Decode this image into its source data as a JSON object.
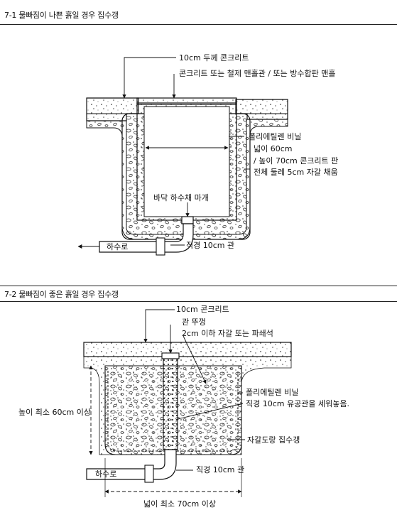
{
  "section1": {
    "title": "7-1 물빠짐이 나쁜 흙일 경우 집수갱",
    "labels": {
      "concrete_10cm": "10cm 두께 콘크리트",
      "concrete_cover": "콘크리트 또는 철제 맨홀관 / 또는 방수합판 맨홀",
      "vinyl": "폴리에틸렌 비닐",
      "width": "넓이 60cm",
      "height": "/ 높이 70cm 콘크리트 판",
      "gravel": "전체 둘레 5cm 자갈 채움",
      "cap": "바닥 하수채 마개",
      "sewer": "하수로",
      "pipe": "직경 10cm 관"
    }
  },
  "section2": {
    "title": "7-2 물빠짐이 좋은 흙일 경우 집수갱",
    "labels": {
      "concrete": "10cm 콘크리트",
      "lid": "관 뚜껑",
      "gravel": "2cm 이하 자갈 또는 파쇄석",
      "vinyl": "폴리에틸렌 비닐",
      "perforated": "직경 10cm 유공관을 세워놓음.",
      "pit": "자갈도랑 집수갱",
      "height": "높이 최소 60cm 이상",
      "sewer": "하수로",
      "pipe": "직경 10cm 관",
      "width": "넓이 최소 70cm 이상"
    }
  }
}
